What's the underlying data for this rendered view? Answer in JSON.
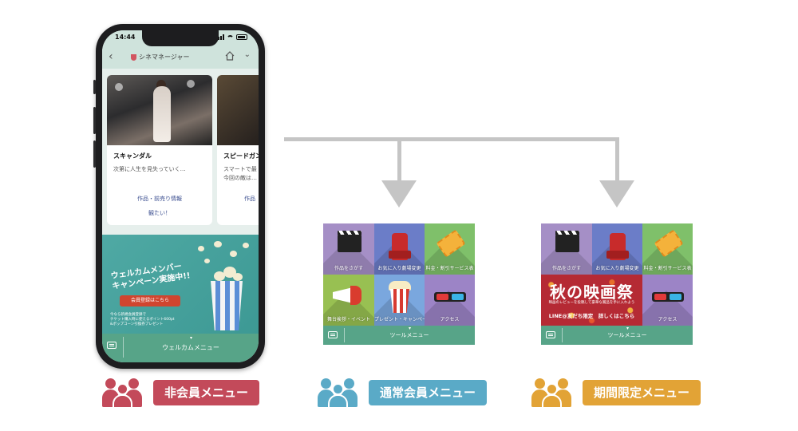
{
  "phone": {
    "status_time": "14:44",
    "nav_title": "シネマネージャー",
    "cards": [
      {
        "title": "スキャンダル",
        "desc": "次第に人生を見失っていく…",
        "link1": "作品・前売り情報",
        "link2": "観たい！"
      },
      {
        "title": "スピードガン",
        "desc1": "スマートで最",
        "desc2": "今回の敵は…",
        "link1": "作品"
      }
    ],
    "banner": {
      "title_line1": "ウェルカムメンバー",
      "title_line2": "キャンペーン実施中!!",
      "button": "会員登録はこちら",
      "small1": "今なら新規会員登録で",
      "small2": "チケット購入時に使えるポイント600pt",
      "small3": "&ポップコーン引換券プレゼント"
    },
    "menu_label": "ウェルカムメニュー"
  },
  "menu_regular": {
    "cells": [
      {
        "label": "作品をさがす",
        "icon": "clapperboard-icon"
      },
      {
        "label": "お気に入り劇場変更",
        "icon": "theater-seat-icon"
      },
      {
        "label": "料金・割引サービス表",
        "icon": "ticket-icon"
      },
      {
        "label": "舞台挨拶・イベント",
        "icon": "megaphone-icon"
      },
      {
        "label": "プレゼント・キャンペーン",
        "icon": "popcorn-icon"
      },
      {
        "label": "アクセス",
        "icon": "3d-glasses-icon"
      }
    ],
    "bar_label": "ツールメニュー"
  },
  "menu_limited": {
    "cells": [
      {
        "label": "作品をさがす",
        "icon": "clapperboard-icon"
      },
      {
        "label": "お気に入り劇場変更",
        "icon": "theater-seat-icon"
      },
      {
        "label": "料金・割引サービス表",
        "icon": "ticket-icon"
      },
      {
        "label": "アクセス",
        "icon": "3d-glasses-icon"
      }
    ],
    "festival": {
      "title": "秋の映画祭",
      "subtitle": "映画のレビューを投稿して豪華な賞品を手に入れよう",
      "line": "LINE@友だち限定　詳しくはこちら"
    },
    "bar_label": "ツールメニュー"
  },
  "labels": {
    "non_member": "非会員メニュー",
    "regular": "通常会員メニュー",
    "limited": "期間限定メニュー"
  },
  "colors": {
    "non_member": "#c34a5a",
    "regular": "#5aaac7",
    "limited": "#e2a336",
    "menu_bar": "#57a488",
    "connector": "#c5c5c5"
  }
}
